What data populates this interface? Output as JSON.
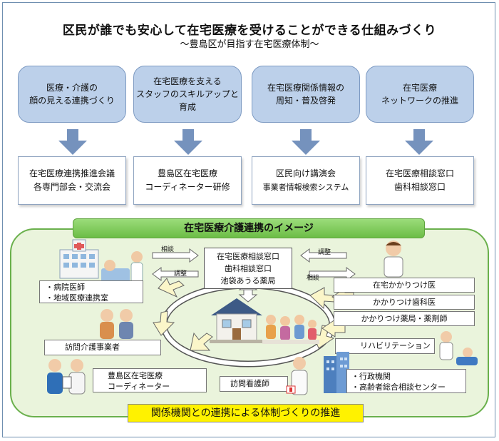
{
  "title": "区民が誰でも安心して在宅医療を受けることができる仕組みづくり",
  "subtitle": "～豊島区が目指す在宅医療体制～",
  "top_boxes": [
    {
      "label": "医療・介護の\n顔の見える連携づくり"
    },
    {
      "label": "在宅医療を支える\nスタッフのスキルアップと\n育成"
    },
    {
      "label": "在宅医療関係情報の\n周知・普及啓発"
    },
    {
      "label": "在宅医療\nネットワークの推進"
    }
  ],
  "mid_boxes": [
    {
      "line1": "在宅医療連携推進会議",
      "line2": "各専門部会・交流会"
    },
    {
      "line1": "豊島区在宅医療",
      "line2": "コーディネーター研修"
    },
    {
      "line1": "区民向け講演会",
      "line2": "事業者情報検索システム"
    },
    {
      "line1": "在宅医療相談窓口",
      "line2": "歯科相談窓口"
    }
  ],
  "section_title": "在宅医療介護連携のイメージ",
  "center_box": "在宅医療相談窓口\n歯科相談窓口\n池袋あうる薬局",
  "arrow_labels": {
    "left_top": "相談",
    "left_bottom": "調整",
    "right_top": "調整",
    "right_bottom": "相談"
  },
  "hospital_box": "・病院医師\n・地域医療連携室",
  "care_box": "訪問介護事業者",
  "coordinator_box": "豊島区在宅医療\nコーディネーター",
  "nurse_box": "訪問看護師",
  "right_boxes": [
    "在宅かかりつけ医",
    "かかりつけ歯科医",
    "かかりつけ薬局・薬剤師"
  ],
  "rehab_box": "リハビリテーション",
  "admin_box": "・行政機関\n・高齢者総合相談センター",
  "bottom_banner": "関係機関との連携による体制づくりの推進",
  "colors": {
    "top_box": "#bcd0ea",
    "arrow": "#7592bd",
    "green_panel": "#eaf4dc",
    "green_bar": "#6cbd46",
    "yellow": "#fff200"
  }
}
